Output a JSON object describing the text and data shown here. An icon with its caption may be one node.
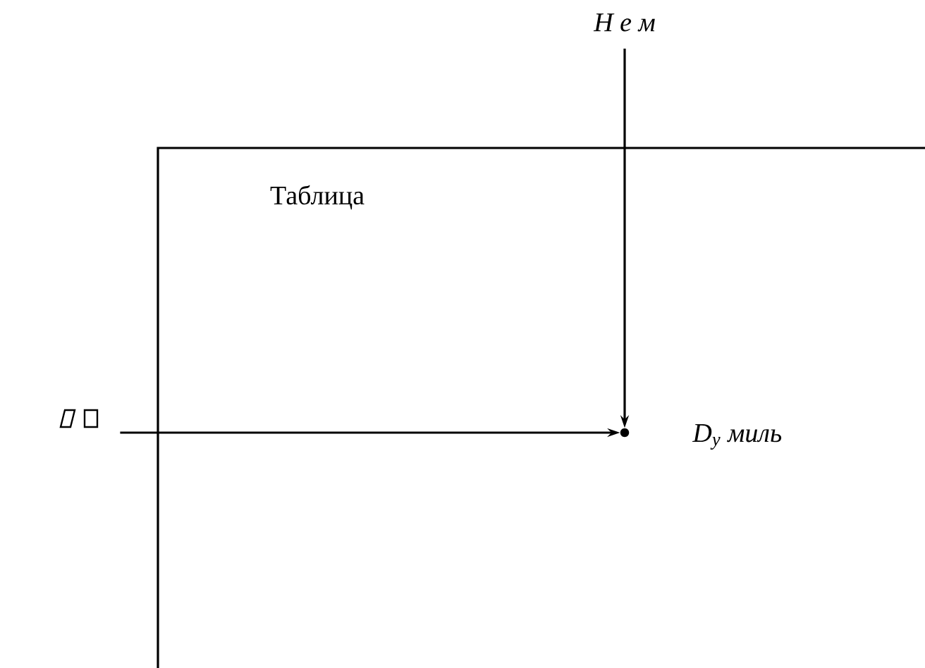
{
  "diagram": {
    "nodes": [
      {
        "text": [
          "Н е м"
        ]
      },
      {
        "text": [],
        "shape": "circle",
        "beside": [
          "D$_{y}$ миль"
        ]
      },
      {
        "text": [],
        "shape": "box"
      }
    ],
    "edges": [
      {
        "from": 0,
        "to": 1,
        "arrow": "to"
      },
      {
        "from": 2,
        "to": 1,
        "arrow": "to"
      }
    ],
    "labels": [
      "Таблица"
    ]
  }
}
